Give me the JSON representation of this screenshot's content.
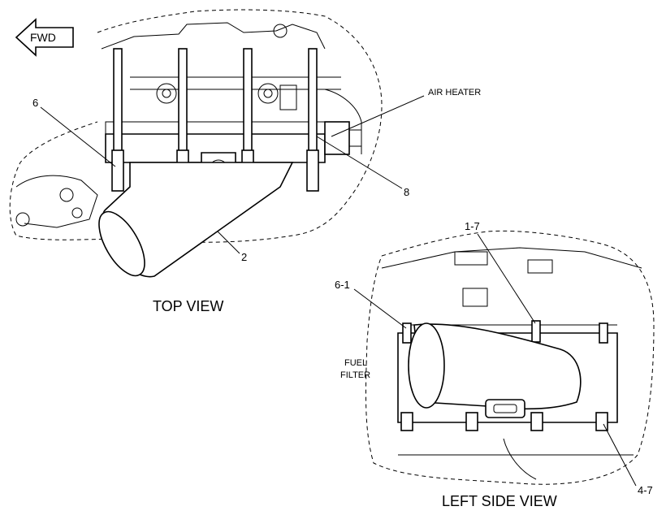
{
  "fwd_arrow": {
    "label": "FWD"
  },
  "top_view": {
    "title": "TOP VIEW",
    "callouts": {
      "c6": "6",
      "c8": "8",
      "c2": "2"
    },
    "air_heater_label": "AIR HEATER"
  },
  "left_side_view": {
    "title": "LEFT SIDE VIEW",
    "callouts": {
      "c1_7": "1-7",
      "c6_1": "6-1",
      "c4_7": "4-7"
    },
    "fuel_filter_label": [
      "FUEL",
      "FILTER"
    ]
  }
}
